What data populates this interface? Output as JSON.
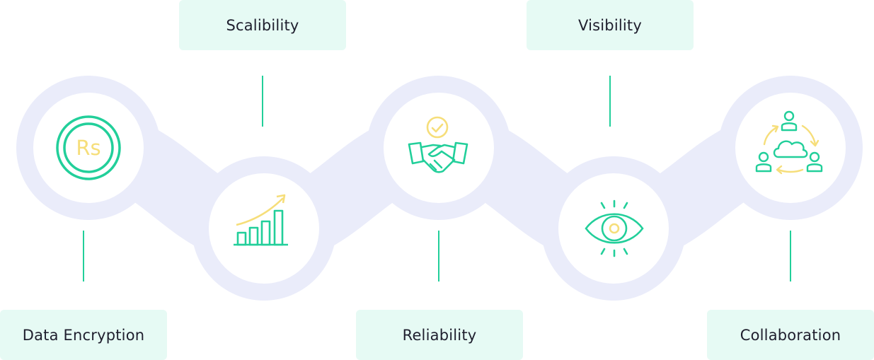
{
  "colors": {
    "band": "#eaecfa",
    "accent_green": "#22cf9a",
    "accent_yellow": "#f6de7a",
    "label_bg": "#e6faf4",
    "text": "#1f1f2e"
  },
  "features": [
    {
      "id": "data-encryption",
      "label": "Data Encryption",
      "icon": "rupee-coin-icon",
      "position": "bottom"
    },
    {
      "id": "scalibility",
      "label": "Scalibility",
      "icon": "growth-chart-icon",
      "position": "top"
    },
    {
      "id": "reliability",
      "label": "Reliability",
      "icon": "handshake-icon",
      "position": "bottom"
    },
    {
      "id": "visibility",
      "label": "Visibility",
      "icon": "eye-icon",
      "position": "top"
    },
    {
      "id": "collaboration",
      "label": "Collaboration",
      "icon": "cloud-team-icon",
      "position": "bottom"
    }
  ]
}
